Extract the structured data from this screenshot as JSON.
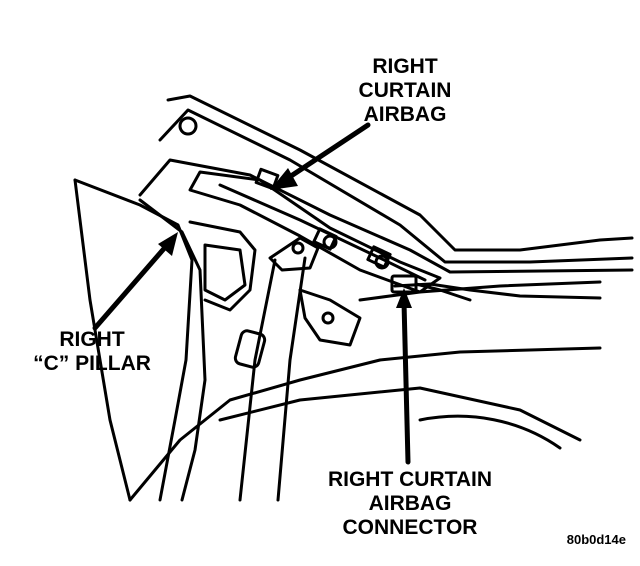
{
  "labels": {
    "curtain_airbag": [
      "RIGHT",
      "CURTAIN",
      "AIRBAG"
    ],
    "c_pillar": [
      "RIGHT",
      "“C” PILLAR"
    ],
    "curtain_connector": [
      "RIGHT CURTAIN",
      "AIRBAG",
      "CONNECTOR"
    ],
    "figure_code": "80b0d14e"
  }
}
